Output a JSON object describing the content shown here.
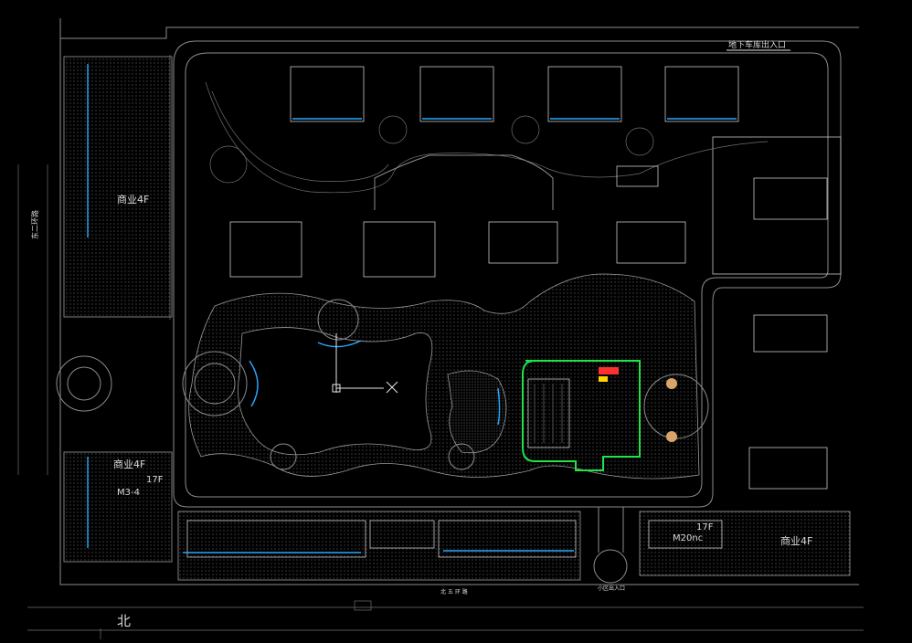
{
  "labels": {
    "entrance_top": "地下车库出入口",
    "commercial_left_top": "商业4F",
    "commercial_left_bottom": "商业4F",
    "commercial_right_bottom": "商业4F",
    "floors_17f_left": "17F",
    "floors_17f_right": "17F",
    "unit_m3_4": "M3-4",
    "unit_m20": "M20nc",
    "street_left": "东二环路",
    "north_bottom": "北",
    "road_bottom": "北 五 环 路",
    "entrance_bottom": "小区出入口"
  },
  "colors": {
    "background": "#000000",
    "linework": "#8c8c8c",
    "highlight_blue": "#2aa7ff",
    "highlight_green": "#22e04a",
    "accent_red": "#ff3030",
    "accent_yellow": "#ffd400"
  }
}
